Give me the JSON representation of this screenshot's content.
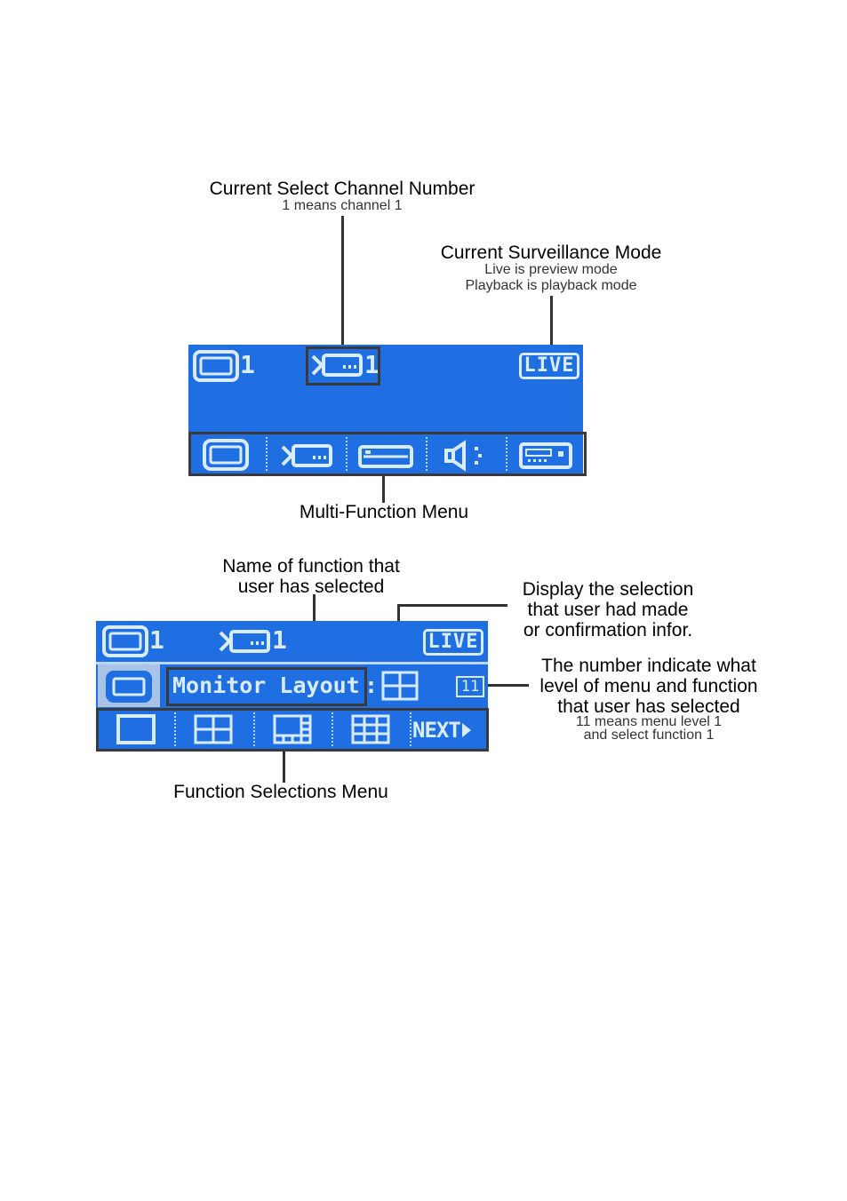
{
  "top_diagram": {
    "callouts": {
      "channel_title": "Current Select Channel Number",
      "channel_sub": "1 means channel 1",
      "mode_title": "Current Surveillance Mode",
      "mode_sub1": "Live is preview mode",
      "mode_sub2": "Playback is playback mode",
      "menu_title": "Multi-Function Menu"
    },
    "status_bar": {
      "monitor_number": "1",
      "channel_number": "1",
      "mode_badge": "LIVE"
    },
    "menu_icons": [
      "monitor-icon",
      "camera-icon",
      "dvr-icon",
      "speaker-icon",
      "remote-icon"
    ]
  },
  "bottom_diagram": {
    "callouts": {
      "name_title_1": "Name of function that",
      "name_title_2": "user has selected",
      "display_title_1": "Display the selection",
      "display_title_2": "that user had made",
      "display_title_3": "or confirmation infor.",
      "level_title_1": "The number indicate what",
      "level_title_2": "level of menu and function",
      "level_title_3": "that user has selected",
      "level_sub_1": "11 means menu level 1",
      "level_sub_2": "and select function 1",
      "selections_title": "Function Selections Menu"
    },
    "status_bar": {
      "monitor_number": "1",
      "channel_number": "1",
      "mode_badge": "LIVE"
    },
    "function_row": {
      "function_name": "Monitor Layout",
      "separator": ":",
      "level_code": "11"
    },
    "selection_menu": {
      "items": [
        "single-layout-icon",
        "quad-layout-icon",
        "multi-layout-icon",
        "nine-layout-icon"
      ],
      "next_label": "NEXT"
    }
  },
  "colors": {
    "panel_blue": "#1f6fe3",
    "lcd_ink": "#d9ecff",
    "frame_gray": "#3a3a3a",
    "leader_gray": "#333333"
  }
}
